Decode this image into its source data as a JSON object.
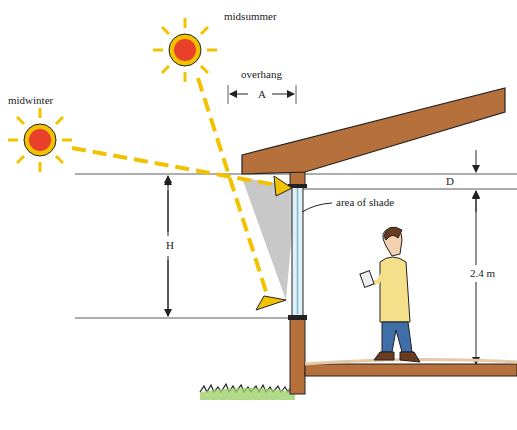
{
  "diagram": {
    "labels": [
      "midwinter",
      "midsummer",
      "overhang",
      "A",
      "D",
      "H",
      "area of shade",
      "2.4 m"
    ]
  }
}
